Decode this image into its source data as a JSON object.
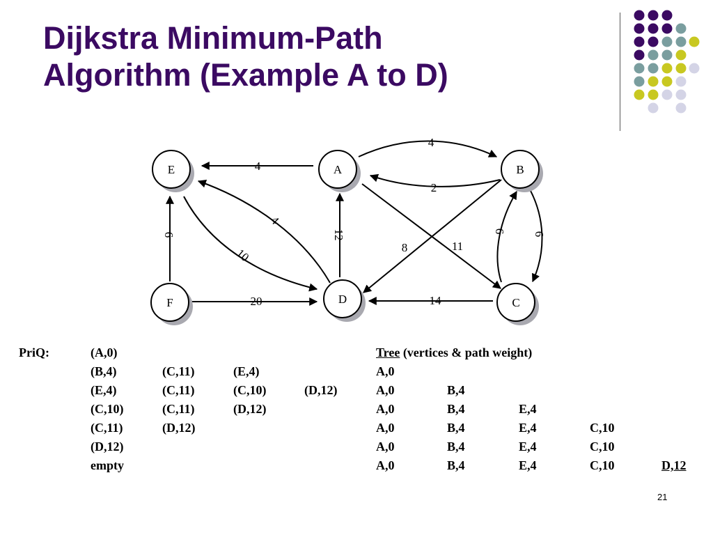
{
  "title": {
    "line1": "Dijkstra Minimum-Path",
    "line2": "Algorithm (Example A to D)"
  },
  "colors": {
    "title": "#3b0a62",
    "dot_purple": "#3b0a62",
    "dot_teal": "#7a9e9f",
    "dot_yellow": "#c8c821",
    "dot_lavender": "#d4d4e6"
  },
  "graph": {
    "nodes": [
      {
        "id": "E",
        "label": "E"
      },
      {
        "id": "A",
        "label": "A"
      },
      {
        "id": "B",
        "label": "B"
      },
      {
        "id": "F",
        "label": "F"
      },
      {
        "id": "D",
        "label": "D"
      },
      {
        "id": "C",
        "label": "C"
      }
    ],
    "edges": [
      {
        "from": "A",
        "to": "E",
        "weight": "4"
      },
      {
        "from": "A",
        "to": "B",
        "weight": "4"
      },
      {
        "from": "B",
        "to": "A",
        "weight": "2"
      },
      {
        "from": "F",
        "to": "E",
        "weight": "6"
      },
      {
        "from": "D",
        "to": "E",
        "weight": "4"
      },
      {
        "from": "E",
        "to": "D",
        "weight": "10"
      },
      {
        "from": "D",
        "to": "A",
        "weight": "12"
      },
      {
        "from": "B",
        "to": "D",
        "weight": "8"
      },
      {
        "from": "A",
        "to": "C",
        "weight": "11"
      },
      {
        "from": "C",
        "to": "B",
        "weight": "6"
      },
      {
        "from": "B",
        "to": "C",
        "weight": "6"
      },
      {
        "from": "F",
        "to": "D",
        "weight": "20"
      },
      {
        "from": "C",
        "to": "D",
        "weight": "14"
      }
    ]
  },
  "priq": {
    "label": "PriQ:",
    "rows": [
      [
        "(A,0)"
      ],
      [
        "(B,4)",
        "(C,11)",
        "(E,4)"
      ],
      [
        "(E,4)",
        "(C,11)",
        "(C,10)",
        "(D,12)"
      ],
      [
        "(C,10)",
        "(C,11)",
        "(D,12)"
      ],
      [
        "(C,11)",
        "(D,12)"
      ],
      [
        "(D,12)"
      ],
      [
        "empty"
      ]
    ]
  },
  "tree": {
    "heading": "Tree",
    "heading_rest": "(vertices & path weight)",
    "rows": [
      [
        "A,0"
      ],
      [
        "A,0",
        "B,4"
      ],
      [
        "A,0",
        "B,4",
        "E,4"
      ],
      [
        "A,0",
        "B,4",
        "E,4",
        "C,10"
      ],
      [
        "A,0",
        "B,4",
        "E,4",
        "C,10"
      ],
      [
        "A,0",
        "B,4",
        "E,4",
        "C,10",
        "D,12"
      ]
    ]
  },
  "slide_number": "21"
}
